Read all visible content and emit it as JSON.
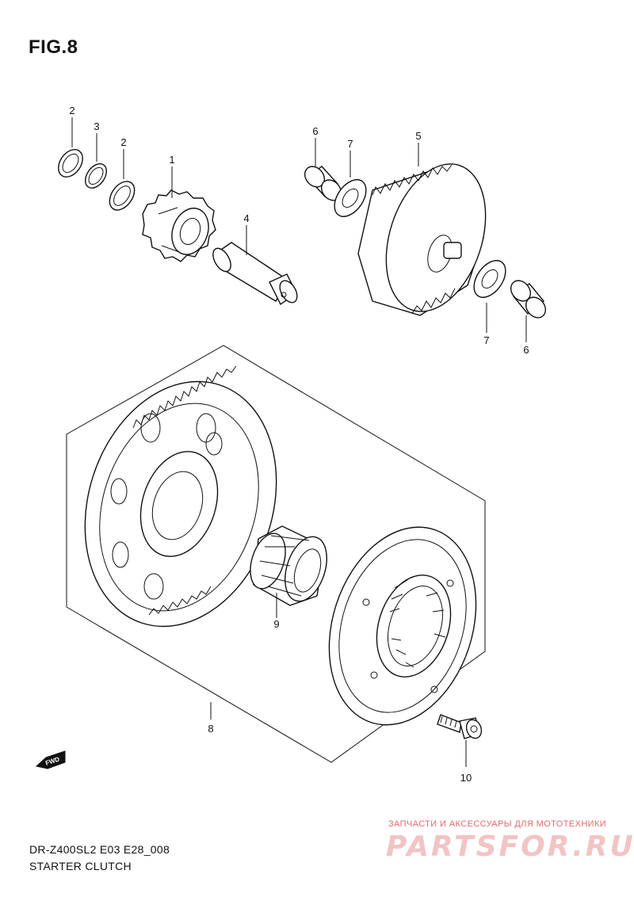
{
  "figure": {
    "title": "FIG.8"
  },
  "callouts": [
    {
      "id": "c2a",
      "label": "2"
    },
    {
      "id": "c3",
      "label": "3"
    },
    {
      "id": "c2b",
      "label": "2"
    },
    {
      "id": "c1",
      "label": "1"
    },
    {
      "id": "c4",
      "label": "4"
    },
    {
      "id": "c6a",
      "label": "6"
    },
    {
      "id": "c7a",
      "label": "7"
    },
    {
      "id": "c5",
      "label": "5"
    },
    {
      "id": "c7b",
      "label": "7"
    },
    {
      "id": "c6b",
      "label": "6"
    },
    {
      "id": "c9",
      "label": "9"
    },
    {
      "id": "c8",
      "label": "8"
    },
    {
      "id": "c10",
      "label": "10"
    }
  ],
  "direction_marker": {
    "label": "FWD"
  },
  "footer": {
    "model_code": "DR-Z400SL2 E03 E28_008",
    "section_name": "STARTER CLUTCH"
  },
  "watermark": {
    "tagline": "ЗАПЧАСТИ И АКСЕССУАРЫ ДЛЯ МОТОТЕХНИКИ",
    "logo": "PARTSFOR.RU"
  }
}
